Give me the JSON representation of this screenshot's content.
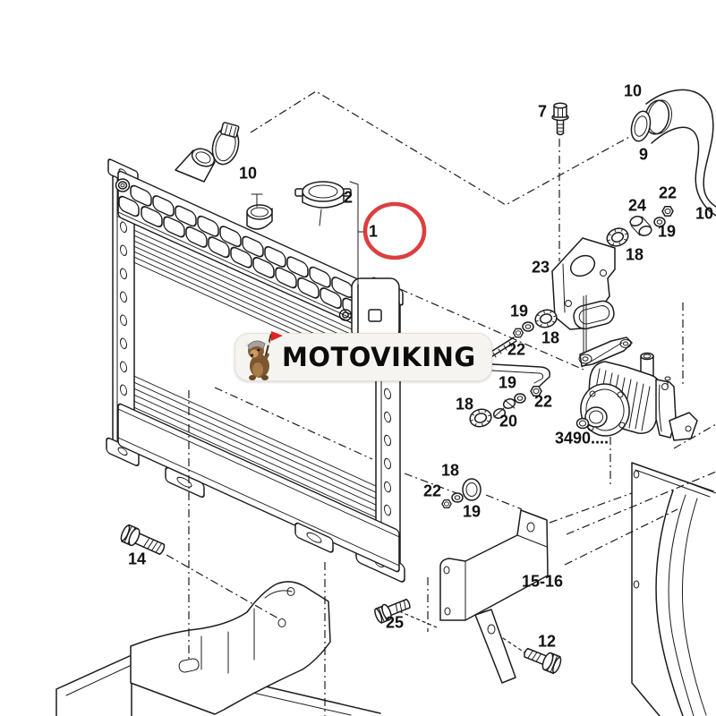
{
  "palette": {
    "line": "#1c1c1c",
    "background": "#ffffff",
    "highlight": "#d83030",
    "logo_background": "#f6f4f1",
    "flag": "#e02424"
  },
  "watermark": {
    "text": "MOTOVIKING"
  },
  "highlight": {
    "circled_part": "1",
    "color": "#d83030"
  },
  "labels": [
    {
      "text": "10"
    },
    {
      "text": "2"
    },
    {
      "text": "1"
    },
    {
      "text": "7"
    },
    {
      "text": "10"
    },
    {
      "text": "9"
    },
    {
      "text": "22"
    },
    {
      "text": "24"
    },
    {
      "text": "19"
    },
    {
      "text": "10"
    },
    {
      "text": "18"
    },
    {
      "text": "23"
    },
    {
      "text": "19"
    },
    {
      "text": "18"
    },
    {
      "text": "22"
    },
    {
      "text": "19"
    },
    {
      "text": "22"
    },
    {
      "text": "18"
    },
    {
      "text": "20"
    },
    {
      "text": "3490...."
    },
    {
      "text": "18"
    },
    {
      "text": "22"
    },
    {
      "text": "19"
    },
    {
      "text": "15-16"
    },
    {
      "text": "14"
    },
    {
      "text": "25"
    },
    {
      "text": "12"
    }
  ]
}
